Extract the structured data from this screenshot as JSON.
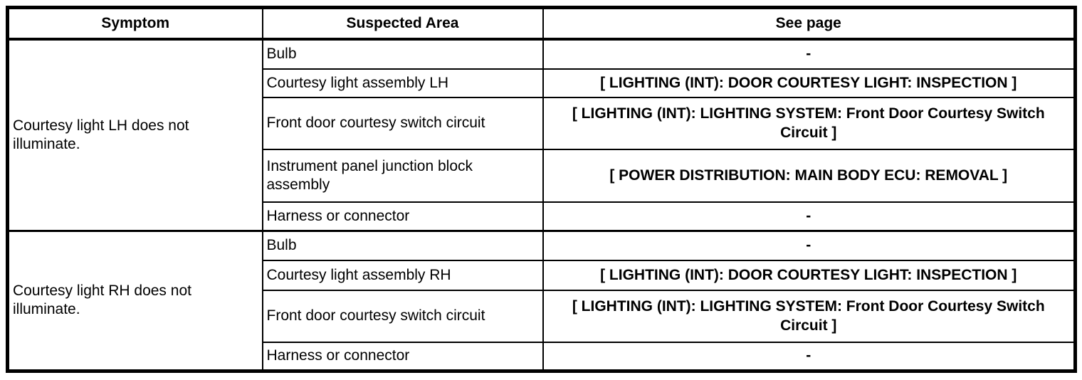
{
  "table": {
    "headers": [
      "Symptom",
      "Suspected Area",
      "See page"
    ],
    "groups": [
      {
        "symptom": "Courtesy light LH does not illuminate.",
        "rows": [
          {
            "area": "Bulb",
            "page": "-"
          },
          {
            "area": "Courtesy light assembly LH",
            "page": "[ LIGHTING (INT): DOOR COURTESY LIGHT: INSPECTION ]"
          },
          {
            "area": "Front door courtesy switch circuit",
            "page": "[ LIGHTING (INT): LIGHTING SYSTEM: Front Door Courtesy Switch Circuit ]"
          },
          {
            "area": "Instrument panel junction block assembly",
            "page": "[ POWER DISTRIBUTION: MAIN BODY ECU: REMOVAL ]"
          },
          {
            "area": "Harness or connector",
            "page": "-"
          }
        ]
      },
      {
        "symptom": "Courtesy light RH does not illuminate.",
        "rows": [
          {
            "area": "Bulb",
            "page": "-"
          },
          {
            "area": "Courtesy light assembly RH",
            "page": "[ LIGHTING (INT): DOOR COURTESY LIGHT: INSPECTION ]"
          },
          {
            "area": "Front door courtesy switch circuit",
            "page": "[ LIGHTING (INT): LIGHTING SYSTEM: Front Door Courtesy Switch Circuit ]"
          },
          {
            "area": "Harness or connector",
            "page": "-"
          }
        ]
      }
    ]
  }
}
